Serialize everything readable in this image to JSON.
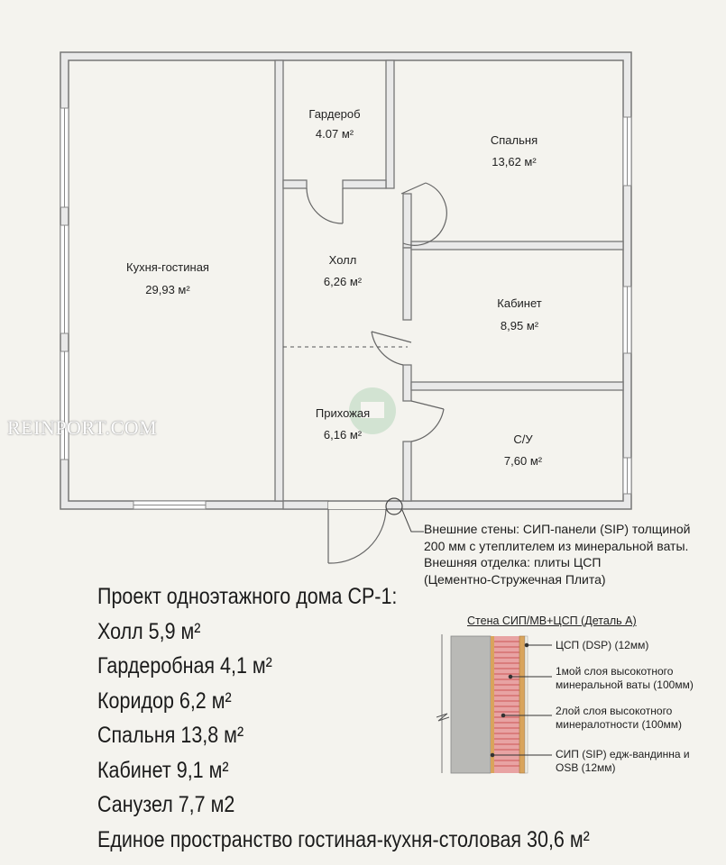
{
  "rooms": {
    "kitchen": {
      "name": "Кухня-гостиная",
      "area": "29,93 м²"
    },
    "wardrobe": {
      "name": "Гардероб",
      "area": "4.07 м²"
    },
    "bedroom": {
      "name": "Спальня",
      "area": "13,62 м²"
    },
    "hall": {
      "name": "Холл",
      "area": "6,26 м²"
    },
    "office": {
      "name": "Кабинет",
      "area": "8,95 м²"
    },
    "entrance": {
      "name": "Прихожая",
      "area": "6,16 м²"
    },
    "bathroom": {
      "name": "С/У",
      "area": "7,60 м²"
    }
  },
  "watermark": "REINPORT.COM",
  "notes": [
    "Внешние стены: СИП-панели (SIP) толщиной",
    "200 мм с утеплителем из минеральной ваты.",
    "Внешняя отделка: плиты ЦСП",
    "(Цементно-Стружечная Плита)"
  ],
  "detail": {
    "title": "Стена СИП/МВ+ЦСП (Деталь А)",
    "layers": [
      {
        "line1": "ЦСП (DSP) (12мм)",
        "line2": ""
      },
      {
        "line1": "1мой слоя высокотного",
        "line2": "минеральной ваты (100мм)"
      },
      {
        "line1": "2лой слоя высокотного",
        "line2": "минералотности (100мм)"
      },
      {
        "line1": "СИП (SIP) едж-вандинна и",
        "line2": "OSB (12мм)"
      }
    ],
    "colors": {
      "concrete": "#b9b9b6",
      "insulation": "#e8a3a3",
      "insulation_lines": "#c23a3a",
      "board": "#d9a45c"
    }
  },
  "summary": {
    "title": "Проект одноэтажного дома СР-1:",
    "items": [
      "Холл 5,9 м²",
      "Гардеробная 4,1 м²",
      "Коридор 6,2 м²",
      "Спальня 13,8 м²",
      "Кабинет 9,1 м²",
      "Санузел 7,7 м2",
      "Единое пространство гостиная-кухня-столовая 30,6 м²"
    ]
  },
  "colors": {
    "background": "#f4f3ee",
    "wall": "#7d7d7d",
    "wall_fill": "#ffffff",
    "text": "#1e1e1e"
  }
}
